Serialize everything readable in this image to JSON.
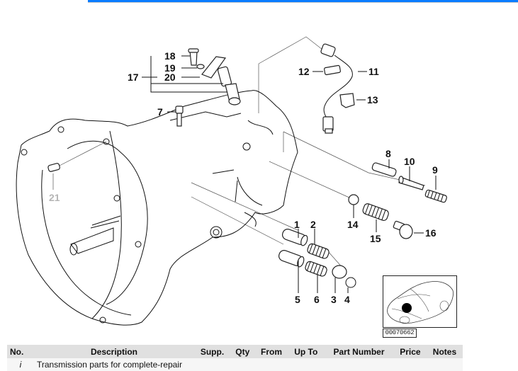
{
  "diagram": {
    "callouts": [
      "1",
      "2",
      "3",
      "4",
      "5",
      "6",
      "7",
      "8",
      "9",
      "10",
      "11",
      "12",
      "13",
      "14",
      "15",
      "16",
      "17",
      "18",
      "19",
      "20",
      "21"
    ],
    "thumbnail_id": "00070662"
  },
  "table": {
    "headers": {
      "no": "No.",
      "description": "Description",
      "supp": "Supp.",
      "qty": "Qty",
      "from": "From",
      "up_to": "Up To",
      "part_number": "Part Number",
      "price": "Price",
      "notes": "Notes"
    },
    "rows": [
      {
        "no": "i",
        "description": "Transmission parts for complete-repair"
      }
    ]
  },
  "colors": {
    "accent_bar": "#0a7cff",
    "header_bg": "#e0e0e0",
    "row_bg": "#f6f6f6"
  }
}
